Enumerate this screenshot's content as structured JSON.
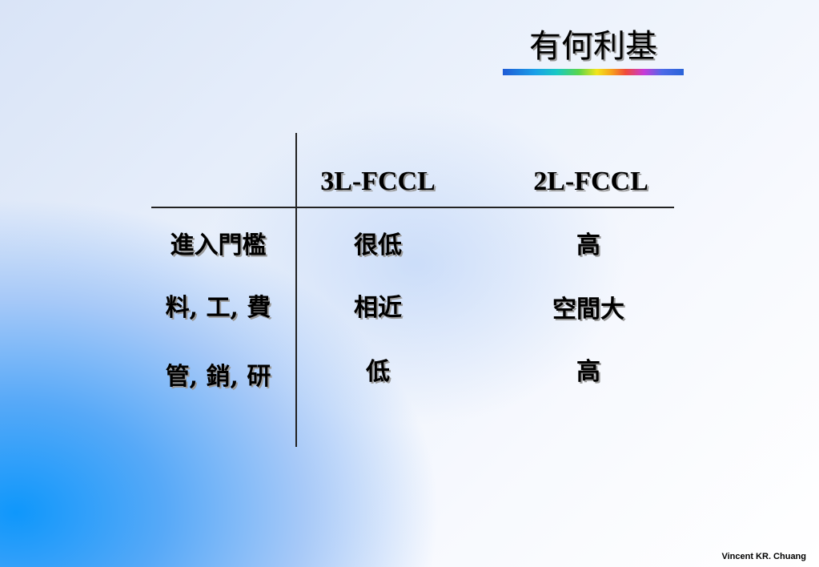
{
  "slide": {
    "title": "有何利基",
    "table": {
      "columns": [
        "",
        "3L-FCCL",
        "2L-FCCL"
      ],
      "rows": [
        {
          "label": "進入門檻",
          "c3l": "很低",
          "c2l": "高"
        },
        {
          "label": "料, 工, 費",
          "c3l": "相近",
          "c2l": "空間大"
        },
        {
          "label": "管, 銷, 研",
          "c3l": "低",
          "c2l": "高"
        }
      ]
    },
    "footer": "Vincent KR. Chuang"
  }
}
